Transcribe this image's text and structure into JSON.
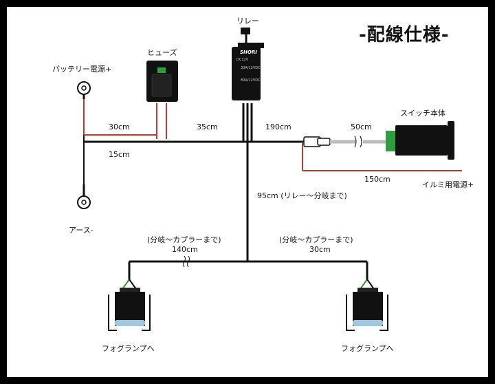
{
  "title": "-配線仕様-",
  "labels": {
    "relay": "リレー",
    "fuse": "ヒューズ",
    "battery": "バッテリー電源+",
    "ground": "アース-",
    "switch": "スイッチ本体",
    "illumi": "イルミ用電源+",
    "fog_left": "フォグランプへ",
    "fog_right": "フォグランプへ",
    "len_30": "30cm",
    "len_35": "35cm",
    "len_15": "15cm",
    "len_190": "190cm",
    "len_50": "50cm",
    "len_150": "150cm",
    "len_95": "95cm (リレー〜分岐まで)",
    "branch_left_note": "(分岐〜カプラーまで)",
    "branch_left_len": "140cm",
    "branch_right_note": "(分岐〜カプラーまで)",
    "branch_right_len": "30cm"
  },
  "relay_text": {
    "brand": "SHORI",
    "line1": "DC12V",
    "line2": "30A/12VDC",
    "line3": "80A/12VDC"
  },
  "colors": {
    "wire_black": "#111111",
    "wire_red": "#c0392b",
    "connector_green": "#2e9e3e",
    "lens_blue": "#9fc8e0",
    "wire_green": "#3f8f3f"
  }
}
